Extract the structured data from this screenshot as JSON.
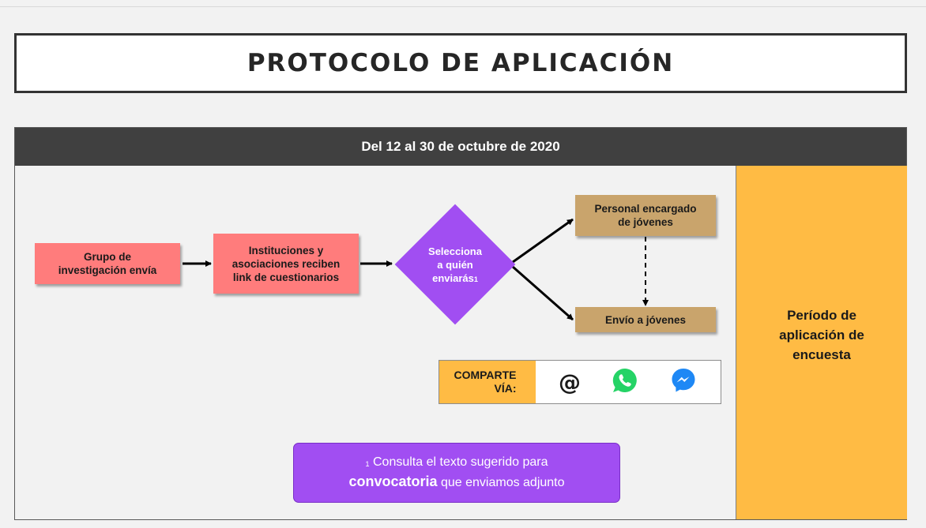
{
  "title": "PROTOCOLO DE APLICACIÓN",
  "header": "Del 12 al 30 de octubre de 2020",
  "period_label": "Período de\naplicación de\nencuesta",
  "flow": {
    "step1": "Grupo de\ninvestigación envía",
    "step2": "Instituciones y\nasociaciones reciben\nlink de cuestionarios",
    "decision": "Selecciona\na quién\nenviarás",
    "decision_footnote": "1",
    "option_staff": "Personal encargado\nde jóvenes",
    "option_youth": "Envío a jóvenes"
  },
  "share": {
    "label": "COMPARTE\nVÍA:",
    "icons": [
      "at-icon",
      "whatsapp-icon",
      "messenger-icon"
    ],
    "at_symbol": "@"
  },
  "note": {
    "footnote_mark": "1",
    "line1": "Consulta el texto sugerido para",
    "bold": "convocatoria",
    "line2_rest": "que enviamos adjunto"
  },
  "colors": {
    "salmon": "#ff7c7c",
    "tan": "#c9a46c",
    "purple": "#a14ef2",
    "orange": "#ffbb44",
    "header": "#404040",
    "whatsapp": "#25d366",
    "messenger": "#1e88f5"
  }
}
